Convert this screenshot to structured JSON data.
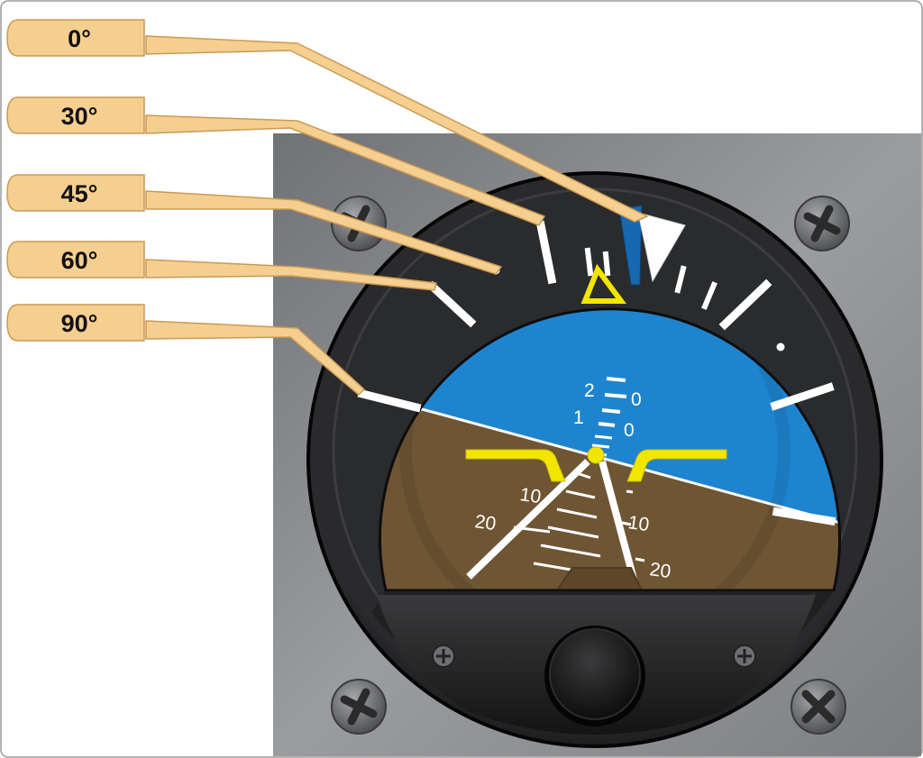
{
  "callouts": [
    {
      "label": "0°",
      "angle": 0
    },
    {
      "label": "30°",
      "angle": 30
    },
    {
      "label": "45°",
      "angle": 45
    },
    {
      "label": "60°",
      "angle": 60
    },
    {
      "label": "90°",
      "angle": 90
    }
  ],
  "pitch_labels": {
    "up_left_small_a": "2",
    "up_right_small_a": "0",
    "up_left_small_b": "1",
    "up_right_small_b": "0",
    "down_left_10": "10",
    "down_left_20": "20",
    "down_right_10": "10",
    "down_right_20": "20"
  },
  "colors": {
    "sky": "#1e84cf",
    "ground": "#6e5533",
    "symbol_yellow": "#f2e600",
    "callout_fill": "#f5cf8f",
    "panel_gray": "#8b8d90",
    "bezel": "#1b1b1d"
  },
  "icons": {
    "screw": "phillips-screw-icon",
    "knob": "adjust-knob-icon",
    "bank_index": "bank-index-triangle-icon",
    "sky_pointer": "sky-pointer-icon"
  }
}
